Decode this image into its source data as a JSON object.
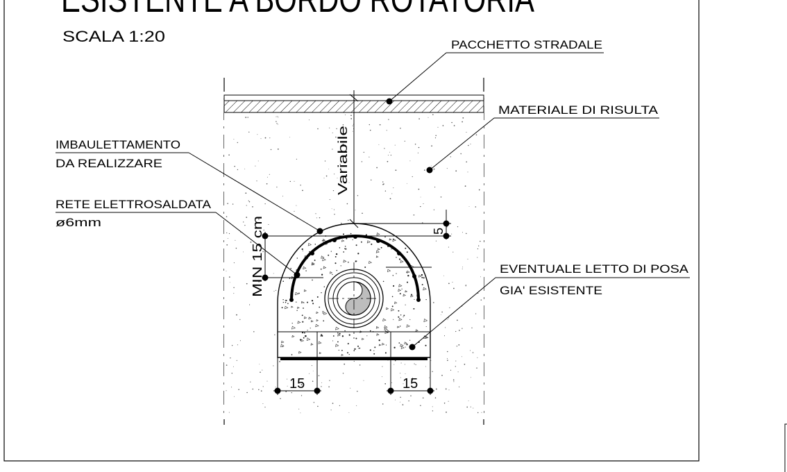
{
  "title": "ESISTENTE A BORDO ROTATORIA",
  "scale": "SCALA 1:20",
  "labels": {
    "pacchetto": "PACCHETTO STRADALE",
    "materiale": "MATERIALE DI RISULTA",
    "imbaulettamento_1": "IMBAULETTAMENTO",
    "imbaulettamento_2": "DA REALIZZARE",
    "rete_1": "RETE ELETTROSALDATA",
    "rete_2": "ø6mm",
    "letto_1": "EVENTUALE LETTO DI POSA",
    "letto_2": "GIA' ESISTENTE"
  },
  "dimensions": {
    "variabile": "Variabile",
    "min15": "MIN 15 cm",
    "five": "5",
    "fifteen_left": "15",
    "fifteen_right": "15"
  }
}
